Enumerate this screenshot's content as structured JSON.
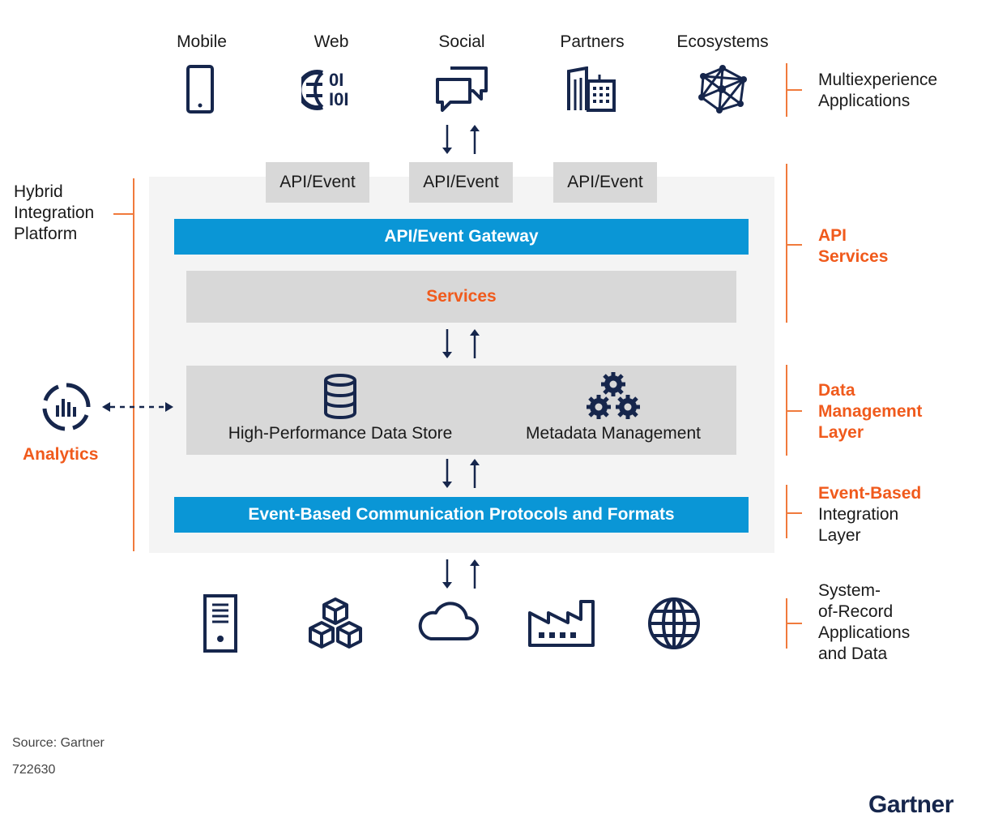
{
  "top_row": {
    "labels": [
      "Mobile",
      "Web",
      "Social",
      "Partners",
      "Ecosystems"
    ],
    "icons": [
      "mobile-phone-icon",
      "web-binary-globe-icon",
      "chat-bubbles-icon",
      "office-building-icon",
      "network-mesh-icon"
    ],
    "side_label": "Multiexperience\nApplications"
  },
  "hybrid_label": "Hybrid\nIntegration\nPlatform",
  "api_tabs": [
    "API/Event",
    "API/Event",
    "API/Event"
  ],
  "gateway_label": "API/Event Gateway",
  "services_label": "Services",
  "data_store_label": "High-Performance Data Store",
  "metadata_label": "Metadata Management",
  "event_bar_label": "Event-Based Communication Protocols and Formats",
  "analytics_label": "Analytics",
  "right_labels": {
    "api_services": "API\nServices",
    "data_mgmt": "Data\nManagement\nLayer",
    "event_based_bold": "Event-Based",
    "event_based_rest": "Integration\nLayer",
    "system_of_record": "System-\nof-Record\nApplications\nand Data"
  },
  "bottom_icons": [
    "server-icon",
    "cubes-icon",
    "cloud-icon",
    "factory-icon",
    "globe-icon"
  ],
  "footer": {
    "source": "Source: Gartner",
    "id": "722630",
    "logo": "Gartner"
  },
  "colors": {
    "navy": "#16264c",
    "accent_orange": "#f05a1c",
    "blue_bar": "#0a96d6",
    "grey_box": "#d8d8d8",
    "platform_bg": "#f4f4f4"
  }
}
